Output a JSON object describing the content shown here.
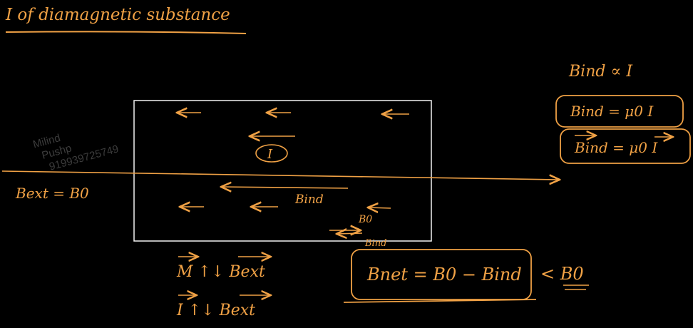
{
  "colors": {
    "ink": "#f0a145",
    "box": "#f2f2f2",
    "watermark": "#3c3c3c",
    "background": "#000000"
  },
  "title": "I of diamagnetic substance",
  "watermark": {
    "line1": "Milind",
    "line2": "Pushp",
    "line3": "919939725749"
  },
  "labels": {
    "bext_eq": "Bext = B0",
    "i_circle": "I",
    "bind_inside": "Bind",
    "b0_small": "B0",
    "bind_small": "Bind"
  },
  "right_panel": {
    "prop": "Bind ∝ I",
    "eq1": "Bind = μ0 I",
    "eq2": "Bind = μ0 I"
  },
  "bottom": {
    "m_line": "M ↑↓ Bext",
    "i_line": "I ↑↓ Bext",
    "bnet": "Bnet = B0 − Bind",
    "lt_b0": "< B0"
  }
}
